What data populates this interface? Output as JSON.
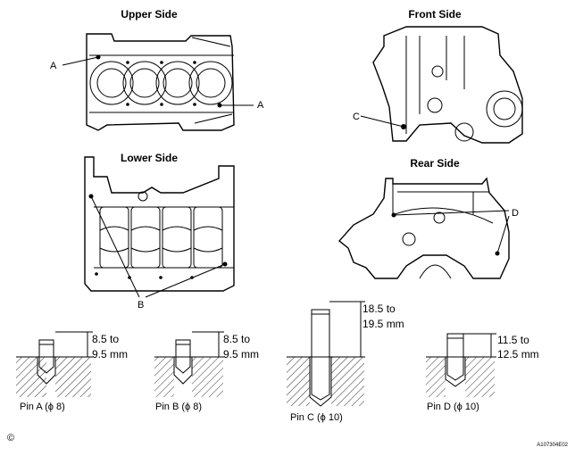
{
  "views": {
    "upper": "Upper Side",
    "front": "Front Side",
    "lower": "Lower Side",
    "rear": "Rear Side"
  },
  "callouts": {
    "a1": "A",
    "a2": "A",
    "b": "B",
    "c": "C",
    "d": "D"
  },
  "pins": [
    {
      "label": "Pin A (ϕ 8)",
      "dim_top": "8.5 to",
      "dim_bottom": "9.5 mm"
    },
    {
      "label": "Pin B (ϕ 8)",
      "dim_top": "8.5 to",
      "dim_bottom": "9.5 mm"
    },
    {
      "label": "Pin C (ϕ 10)",
      "dim_top": "18.5 to",
      "dim_bottom": "19.5 mm"
    },
    {
      "label": "Pin D (ϕ 10)",
      "dim_top": "11.5 to",
      "dim_bottom": "12.5 mm"
    }
  ],
  "footer": {
    "code": "A107304E02",
    "mark": "©"
  }
}
